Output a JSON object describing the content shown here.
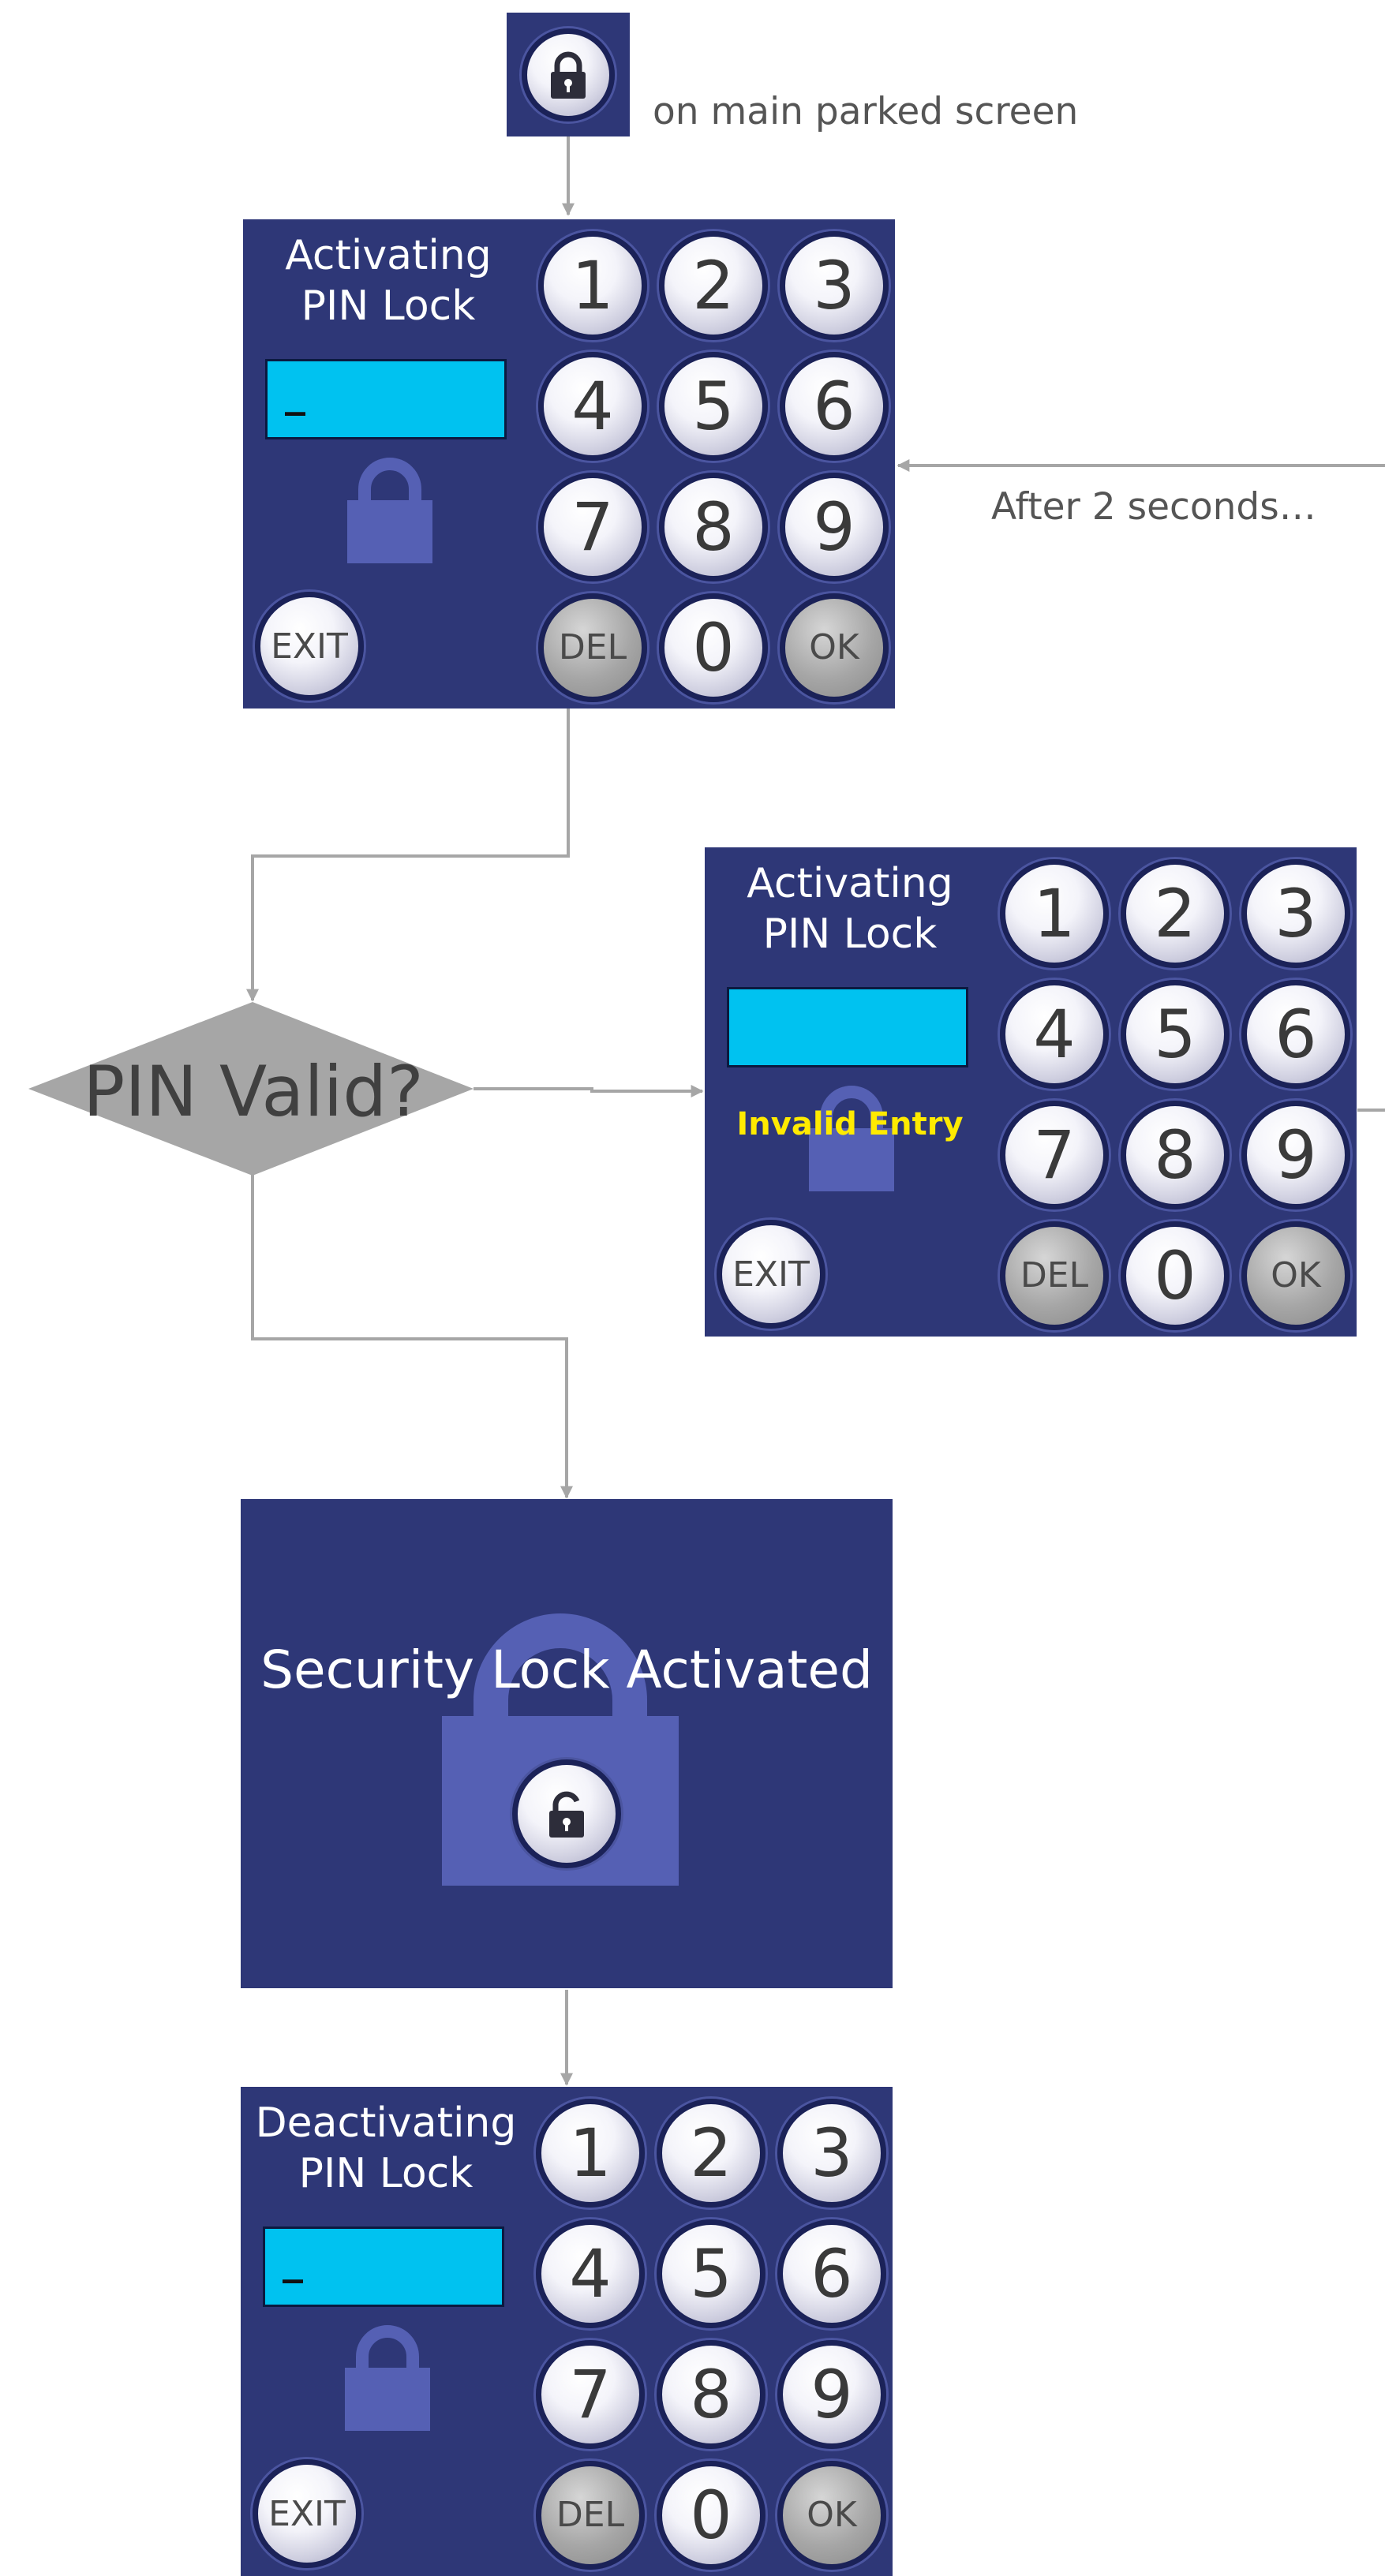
{
  "start": {
    "icon": "lock-icon",
    "caption": "on main parked screen"
  },
  "retry_caption": "After 2 seconds…",
  "decision": {
    "label": "PIN Valid?"
  },
  "screens": {
    "activate": {
      "title_line1": "Activating",
      "title_line2": "PIN Lock",
      "entry_value": "_",
      "keys": [
        "1",
        "2",
        "3",
        "4",
        "5",
        "6",
        "7",
        "8",
        "9",
        "DEL",
        "0",
        "OK"
      ],
      "exit_label": "EXIT"
    },
    "invalid": {
      "title_line1": "Activating",
      "title_line2": "PIN Lock",
      "entry_value": "",
      "message": "Invalid Entry",
      "keys": [
        "1",
        "2",
        "3",
        "4",
        "5",
        "6",
        "7",
        "8",
        "9",
        "DEL",
        "0",
        "OK"
      ],
      "exit_label": "EXIT"
    },
    "security": {
      "message": "Security Lock Activated",
      "icon": "unlock-icon"
    },
    "deactivate": {
      "title_line1": "Deactivating",
      "title_line2": "PIN Lock",
      "entry_value": "_",
      "keys": [
        "1",
        "2",
        "3",
        "4",
        "5",
        "6",
        "7",
        "8",
        "9",
        "DEL",
        "0",
        "OK"
      ],
      "exit_label": "EXIT"
    }
  },
  "colors": {
    "screen_bg": "#2e3777",
    "entry_field": "#00c2f0",
    "lock_faded": "#5560b4",
    "invalid_text": "#ffea00",
    "connector": "#a6a6a6",
    "decision_fill": "#a6a6a6"
  }
}
